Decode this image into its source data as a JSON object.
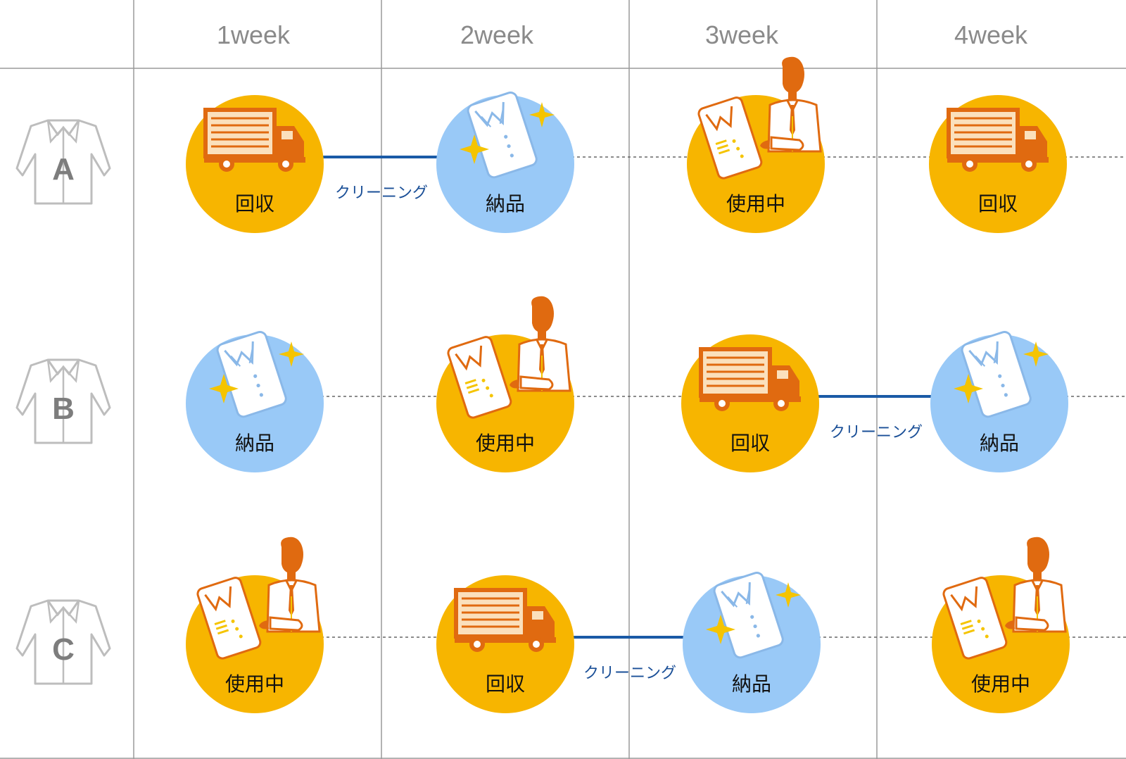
{
  "columns": [
    "1week",
    "2week",
    "3week",
    "4week"
  ],
  "rows": [
    "A",
    "B",
    "C"
  ],
  "states": {
    "kaishu": {
      "label": "回収",
      "icon": "truck-icon",
      "color": "#f7b500"
    },
    "nouhin": {
      "label": "納品",
      "icon": "coat-sparkle-icon",
      "color": "#99c9f7"
    },
    "shiyou": {
      "label": "使用中",
      "icon": "worker-coat-icon",
      "color": "#f7b500"
    }
  },
  "cleaning_label": "クリーニング",
  "cells": [
    [
      "kaishu",
      "nouhin",
      "shiyou",
      "kaishu"
    ],
    [
      "nouhin",
      "shiyou",
      "kaishu",
      "nouhin"
    ],
    [
      "shiyou",
      "kaishu",
      "nouhin",
      "shiyou"
    ]
  ],
  "colors": {
    "grid": "#9a9a9a",
    "cleaning_line": "#1a5aa6",
    "dotted_line": "#666666",
    "accent_orange": "#e06a10"
  }
}
